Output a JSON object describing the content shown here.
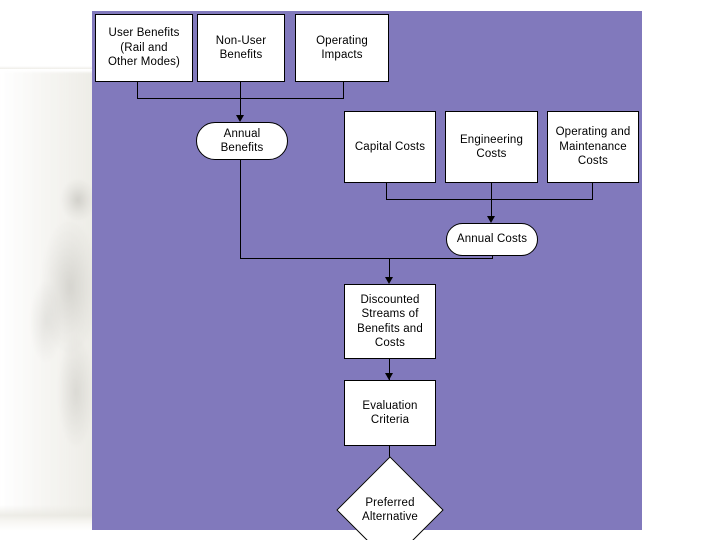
{
  "slide": {
    "background_color": "#ffffff",
    "panel_color": "#8179bc",
    "node_fill": "#ffffff",
    "node_border": "#000000",
    "connector_color": "#000000"
  },
  "diagram": {
    "type": "flowchart",
    "title": "",
    "nodes": [
      {
        "id": "user-benefits",
        "label": "User Benefits\n(Rail and\nOther Modes)",
        "shape": "rectangle"
      },
      {
        "id": "non-user-benefits",
        "label": "Non-User\nBenefits",
        "shape": "rectangle"
      },
      {
        "id": "operating-impacts",
        "label": "Operating\nImpacts",
        "shape": "rectangle"
      },
      {
        "id": "annual-benefits",
        "label": "Annual\nBenefits",
        "shape": "rounded"
      },
      {
        "id": "capital-costs",
        "label": "Capital Costs",
        "shape": "rectangle"
      },
      {
        "id": "engineering-costs",
        "label": "Engineering\nCosts",
        "shape": "rectangle"
      },
      {
        "id": "om-costs",
        "label": "Operating and\nMaintenance\nCosts",
        "shape": "rectangle"
      },
      {
        "id": "annual-costs",
        "label": "Annual Costs",
        "shape": "rounded"
      },
      {
        "id": "discounted-streams",
        "label": "Discounted\nStreams of\nBenefits and\nCosts",
        "shape": "rectangle"
      },
      {
        "id": "evaluation-criteria",
        "label": "Evaluation\nCriteria",
        "shape": "rectangle"
      },
      {
        "id": "preferred-alternative",
        "label": "Preferred\nAlternative",
        "shape": "diamond"
      }
    ],
    "edges": [
      {
        "from": "user-benefits",
        "to": "annual-benefits",
        "style": "elbow-merge"
      },
      {
        "from": "non-user-benefits",
        "to": "annual-benefits",
        "style": "straight"
      },
      {
        "from": "operating-impacts",
        "to": "annual-benefits",
        "style": "elbow-merge"
      },
      {
        "from": "capital-costs",
        "to": "annual-costs",
        "style": "elbow-merge"
      },
      {
        "from": "engineering-costs",
        "to": "annual-costs",
        "style": "straight"
      },
      {
        "from": "om-costs",
        "to": "annual-costs",
        "style": "elbow-merge"
      },
      {
        "from": "annual-benefits",
        "to": "discounted-streams",
        "style": "elbow-merge"
      },
      {
        "from": "annual-costs",
        "to": "discounted-streams",
        "style": "elbow-merge"
      },
      {
        "from": "discounted-streams",
        "to": "evaluation-criteria",
        "style": "straight"
      },
      {
        "from": "evaluation-criteria",
        "to": "preferred-alternative",
        "style": "straight"
      }
    ]
  }
}
